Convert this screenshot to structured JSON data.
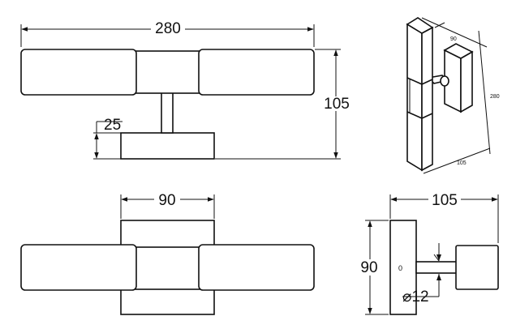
{
  "front_view": {
    "width_label": "280",
    "height_label": "105",
    "base_label": "25"
  },
  "top_view": {
    "depth_label": "90"
  },
  "side_view": {
    "depth_label": "105",
    "height_label": "90",
    "diameter_label": "⌀12",
    "marker_label": "0"
  },
  "iso_view": {
    "width_label": "90",
    "height_label": "280",
    "depth_label": "105"
  }
}
